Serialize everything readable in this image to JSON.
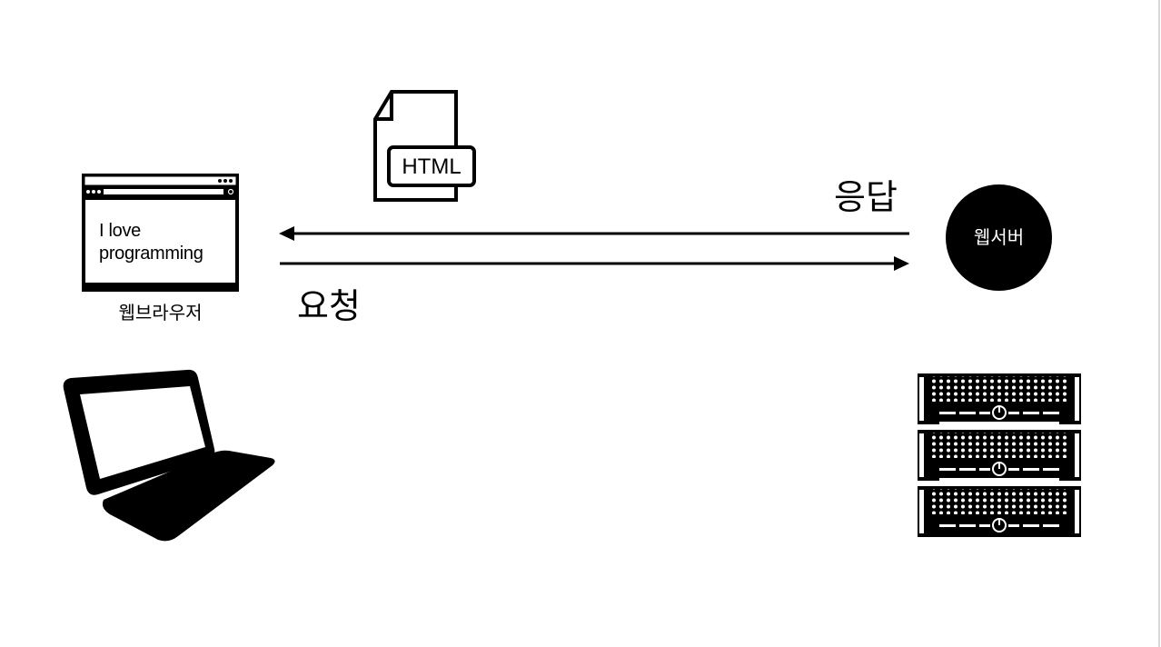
{
  "browser": {
    "content_line1": "I love",
    "content_line2": "programming",
    "label": "웹브라우저"
  },
  "file_icon": {
    "label": "HTML"
  },
  "response": {
    "label": "응답"
  },
  "request": {
    "label": "요청"
  },
  "server": {
    "label": "웹서버"
  },
  "icons": {
    "browser": "browser-window-icon",
    "file": "html-file-icon",
    "laptop": "laptop-icon",
    "server": "server-rack-icon"
  }
}
